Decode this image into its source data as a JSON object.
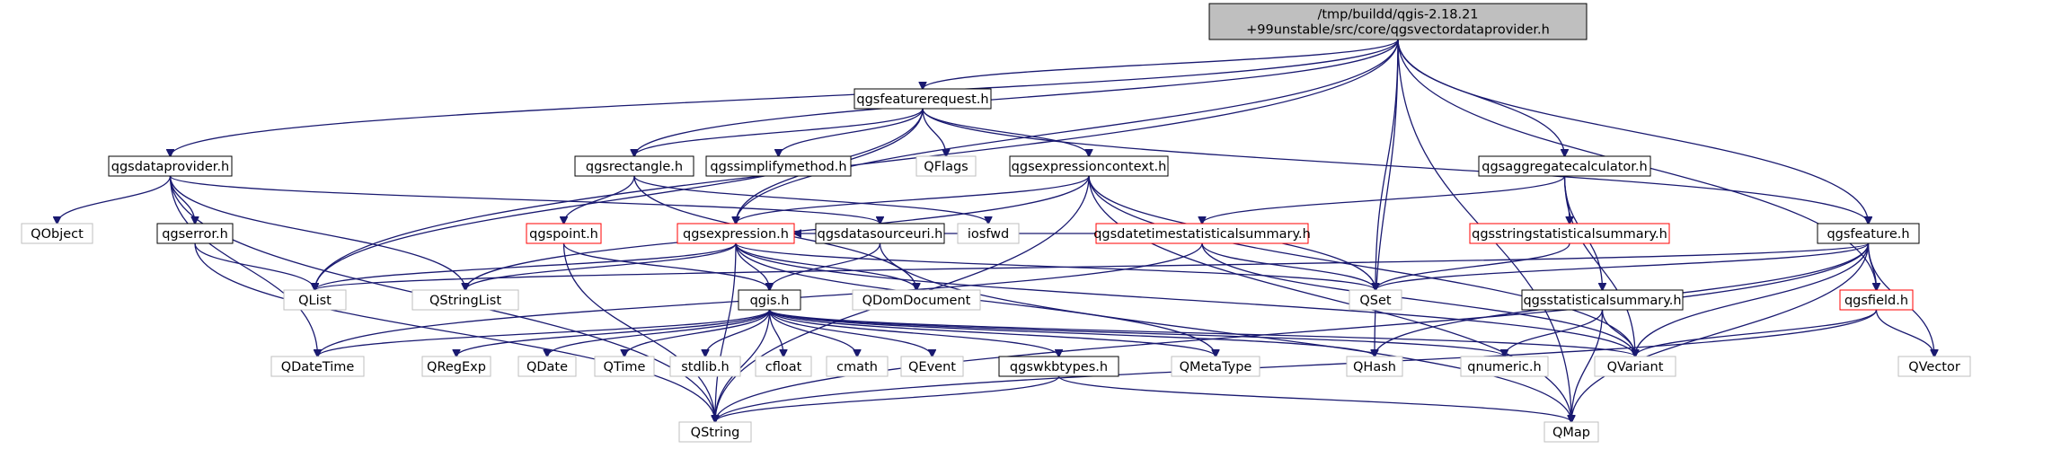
{
  "diagram": {
    "type": "include-dependency-graph",
    "colors": {
      "edge": "#191970",
      "root_fill": "#bfbfbf",
      "root_border": "#000000",
      "documented_border": "#000000",
      "has_incomplete_border": "#ff0000",
      "external_border": "#bfbfbf",
      "node_fill": "#ffffff"
    },
    "nodes": [
      {
        "id": "root",
        "lines": [
          "/tmp/buildd/qgis-2.18.21",
          "+99unstable/src/core/qgsvectordataprovider.h"
        ],
        "style": "root"
      },
      {
        "id": "qgsfeaturerequest",
        "lines": [
          "qgsfeaturerequest.h"
        ],
        "style": "doc"
      },
      {
        "id": "qgsdataprovider",
        "lines": [
          "qgsdataprovider.h"
        ],
        "style": "doc"
      },
      {
        "id": "qgsrectangle",
        "lines": [
          "qgsrectangle.h"
        ],
        "style": "doc"
      },
      {
        "id": "qgssimplifymethod",
        "lines": [
          "qgssimplifymethod.h"
        ],
        "style": "doc"
      },
      {
        "id": "qflags",
        "lines": [
          "QFlags"
        ],
        "style": "ext"
      },
      {
        "id": "qgsexpressioncontext",
        "lines": [
          "qgsexpressioncontext.h"
        ],
        "style": "doc"
      },
      {
        "id": "qgsaggregatecalculator",
        "lines": [
          "qgsaggregatecalculator.h"
        ],
        "style": "doc"
      },
      {
        "id": "qobject",
        "lines": [
          "QObject"
        ],
        "style": "ext"
      },
      {
        "id": "qgserror",
        "lines": [
          "qgserror.h"
        ],
        "style": "doc"
      },
      {
        "id": "qgspoint",
        "lines": [
          "qgspoint.h"
        ],
        "style": "red"
      },
      {
        "id": "qgsexpression",
        "lines": [
          "qgsexpression.h"
        ],
        "style": "red"
      },
      {
        "id": "qgsdatasourceuri",
        "lines": [
          "qgsdatasourceuri.h"
        ],
        "style": "doc"
      },
      {
        "id": "iosfwd",
        "lines": [
          "iosfwd"
        ],
        "style": "ext"
      },
      {
        "id": "qgsdatetimestatisticalsummary",
        "lines": [
          "qgsdatetimestatisticalsummary.h"
        ],
        "style": "red"
      },
      {
        "id": "qgsstringstatisticalsummary",
        "lines": [
          "qgsstringstatisticalsummary.h"
        ],
        "style": "red"
      },
      {
        "id": "qgsfeature",
        "lines": [
          "qgsfeature.h"
        ],
        "style": "doc"
      },
      {
        "id": "qlist",
        "lines": [
          "QList"
        ],
        "style": "ext"
      },
      {
        "id": "qstringlist",
        "lines": [
          "QStringList"
        ],
        "style": "ext"
      },
      {
        "id": "qdomdocument",
        "lines": [
          "QDomDocument"
        ],
        "style": "ext"
      },
      {
        "id": "qset",
        "lines": [
          "QSet"
        ],
        "style": "ext"
      },
      {
        "id": "qgsstatisticalsummary",
        "lines": [
          "qgsstatisticalsummary.h"
        ],
        "style": "doc"
      },
      {
        "id": "qgsfield",
        "lines": [
          "qgsfield.h"
        ],
        "style": "red"
      },
      {
        "id": "qgis",
        "lines": [
          "qgis.h"
        ],
        "style": "doc"
      },
      {
        "id": "qdatetime",
        "lines": [
          "QDateTime"
        ],
        "style": "ext"
      },
      {
        "id": "qregexp",
        "lines": [
          "QRegExp"
        ],
        "style": "ext"
      },
      {
        "id": "qdate",
        "lines": [
          "QDate"
        ],
        "style": "ext"
      },
      {
        "id": "qtime",
        "lines": [
          "QTime"
        ],
        "style": "ext"
      },
      {
        "id": "stdlib",
        "lines": [
          "stdlib.h"
        ],
        "style": "ext"
      },
      {
        "id": "cfloat",
        "lines": [
          "cfloat"
        ],
        "style": "ext"
      },
      {
        "id": "cmath",
        "lines": [
          "cmath"
        ],
        "style": "ext"
      },
      {
        "id": "qevent",
        "lines": [
          "QEvent"
        ],
        "style": "ext"
      },
      {
        "id": "qgswkbtypes",
        "lines": [
          "qgswkbtypes.h"
        ],
        "style": "doc"
      },
      {
        "id": "qmetatype",
        "lines": [
          "QMetaType"
        ],
        "style": "ext"
      },
      {
        "id": "qhash",
        "lines": [
          "QHash"
        ],
        "style": "ext"
      },
      {
        "id": "qnumeric",
        "lines": [
          "qnumeric.h"
        ],
        "style": "ext"
      },
      {
        "id": "qvariant",
        "lines": [
          "QVariant"
        ],
        "style": "ext"
      },
      {
        "id": "qvector",
        "lines": [
          "QVector"
        ],
        "style": "ext"
      },
      {
        "id": "qstring",
        "lines": [
          "QString"
        ],
        "style": "ext"
      },
      {
        "id": "qmap",
        "lines": [
          "QMap"
        ],
        "style": "ext"
      }
    ],
    "edges": [
      [
        "root",
        "qgsfeaturerequest"
      ],
      [
        "root",
        "qgsdataprovider"
      ],
      [
        "root",
        "qgsrectangle"
      ],
      [
        "root",
        "qlist"
      ],
      [
        "root",
        "qgsexpression"
      ],
      [
        "root",
        "qgsaggregatecalculator"
      ],
      [
        "root",
        "qgsfeature"
      ],
      [
        "root",
        "qhash"
      ],
      [
        "root",
        "qset"
      ],
      [
        "root",
        "qgsfield"
      ],
      [
        "root",
        "qmap"
      ],
      [
        "qgsfeaturerequest",
        "qgsrectangle"
      ],
      [
        "qgsfeaturerequest",
        "qgssimplifymethod"
      ],
      [
        "qgsfeaturerequest",
        "qflags"
      ],
      [
        "qgsfeaturerequest",
        "qgsexpressioncontext"
      ],
      [
        "qgsfeaturerequest",
        "qgsexpression"
      ],
      [
        "qgsfeaturerequest",
        "qgsfeature"
      ],
      [
        "qgsfeaturerequest",
        "qlist"
      ],
      [
        "qgsdataprovider",
        "qobject"
      ],
      [
        "qgsdataprovider",
        "qgserror"
      ],
      [
        "qgsdataprovider",
        "qgsdatasourceuri"
      ],
      [
        "qgsdataprovider",
        "qdatetime"
      ],
      [
        "qgsdataprovider",
        "qstringlist"
      ],
      [
        "qgsdataprovider",
        "qstring"
      ],
      [
        "qgserror",
        "qlist"
      ],
      [
        "qgserror",
        "qstring"
      ],
      [
        "qgsrectangle",
        "iosfwd"
      ],
      [
        "qgsrectangle",
        "qgspoint"
      ],
      [
        "qgsrectangle",
        "qdomdocument"
      ],
      [
        "qgspoint",
        "qgis"
      ],
      [
        "qgspoint",
        "qstring"
      ],
      [
        "qgsexpressioncontext",
        "qgsexpression"
      ],
      [
        "qgsexpressioncontext",
        "qstringlist"
      ],
      [
        "qgsexpressioncontext",
        "qset"
      ],
      [
        "qgsexpressioncontext",
        "qvariant"
      ],
      [
        "qgsexpressioncontext",
        "qstring"
      ],
      [
        "qgsexpressioncontext",
        "qmap"
      ],
      [
        "qgsexpression",
        "qstringlist"
      ],
      [
        "qgsexpression",
        "qlist"
      ],
      [
        "qgsexpression",
        "qgis"
      ],
      [
        "qgsexpression",
        "qdomdocument"
      ],
      [
        "qgsexpression",
        "qset"
      ],
      [
        "qgsexpression",
        "qvariant"
      ],
      [
        "qgsexpression",
        "qmetatype"
      ],
      [
        "qgsexpression",
        "qstring"
      ],
      [
        "qgsdatasourceuri",
        "qgis"
      ],
      [
        "qgsdatasourceuri",
        "qmap"
      ],
      [
        "qgsaggregatecalculator",
        "qgsdatetimestatisticalsummary"
      ],
      [
        "qgsaggregatecalculator",
        "qgsstringstatisticalsummary"
      ],
      [
        "qgsaggregatecalculator",
        "qgsstatisticalsummary"
      ],
      [
        "qgsaggregatecalculator",
        "qvariant"
      ],
      [
        "qgsdatetimestatisticalsummary",
        "qgsexpression"
      ],
      [
        "qgsdatetimestatisticalsummary",
        "qset"
      ],
      [
        "qgsdatetimestatisticalsummary",
        "qdatetime"
      ],
      [
        "qgsdatetimestatisticalsummary",
        "qvariant"
      ],
      [
        "qgsstringstatisticalsummary",
        "qset"
      ],
      [
        "qgsstatisticalsummary",
        "qmap"
      ],
      [
        "qgsstatisticalsummary",
        "qvariant"
      ],
      [
        "qgsstatisticalsummary",
        "qnumeric"
      ],
      [
        "qgsfeature",
        "qgsfield"
      ],
      [
        "qgsfeature",
        "qset"
      ],
      [
        "qgsfeature",
        "qlist"
      ],
      [
        "qgsfeature",
        "qvariant"
      ],
      [
        "qgsfeature",
        "qhash"
      ],
      [
        "qgsfeature",
        "qvector"
      ],
      [
        "qgsfeature",
        "qmap"
      ],
      [
        "qgsfeature",
        "qstring"
      ],
      [
        "qgsfield",
        "qvariant"
      ],
      [
        "qgsfield",
        "qvector"
      ],
      [
        "qgsfield",
        "qstring"
      ],
      [
        "qgis",
        "qdatetime"
      ],
      [
        "qgis",
        "qregexp"
      ],
      [
        "qgis",
        "qdate"
      ],
      [
        "qgis",
        "qtime"
      ],
      [
        "qgis",
        "stdlib"
      ],
      [
        "qgis",
        "cfloat"
      ],
      [
        "qgis",
        "cmath"
      ],
      [
        "qgis",
        "qevent"
      ],
      [
        "qgis",
        "qgswkbtypes"
      ],
      [
        "qgis",
        "qmetatype"
      ],
      [
        "qgis",
        "qhash"
      ],
      [
        "qgis",
        "qnumeric"
      ],
      [
        "qgis",
        "qvariant"
      ],
      [
        "qgis",
        "qstring"
      ],
      [
        "qgswkbtypes",
        "qstring"
      ],
      [
        "qgswkbtypes",
        "qmap"
      ]
    ]
  }
}
